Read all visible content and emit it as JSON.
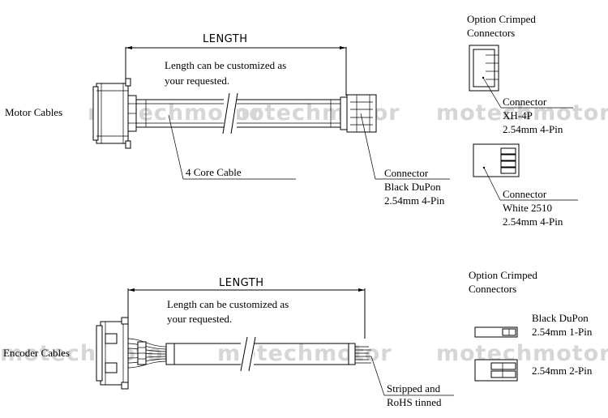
{
  "watermark": "motechmotor",
  "colors": {
    "line": "#000000",
    "watermark": "#d6d6d6",
    "background": "#ffffff"
  },
  "motor": {
    "side_label": "Motor Cables",
    "length_label": "LENGTH",
    "note_line1": "Length can be customized as",
    "note_line2": "your requested.",
    "cable_label": "4 Core Cable",
    "connector": {
      "line1": "Connector",
      "line2": "Black DuPon",
      "line3": "2.54mm 4-Pin"
    },
    "options_title_line1": "Option Crimped",
    "options_title_line2": "Connectors",
    "option_xh": {
      "line1": "Connector",
      "line2": "XH-4P",
      "line3": "2.54mm 4-Pin"
    },
    "option_2510": {
      "line1": "Connector",
      "line2": "White 2510",
      "line3": "2.54mm 4-Pin"
    }
  },
  "encoder": {
    "side_label": "Encoder Cables",
    "length_label": "LENGTH",
    "note_line1": "Length can be customized as",
    "note_line2": "your requested.",
    "end_line1": "Stripped and",
    "end_line2": "RoHS tinned",
    "options_title_line1": "Option Crimped",
    "options_title_line2": "Connectors",
    "option_1pin": {
      "line1": "Black DuPon",
      "line2": "2.54mm 1-Pin"
    },
    "option_2pin": {
      "line1": "2.54mm 2-Pin"
    }
  }
}
